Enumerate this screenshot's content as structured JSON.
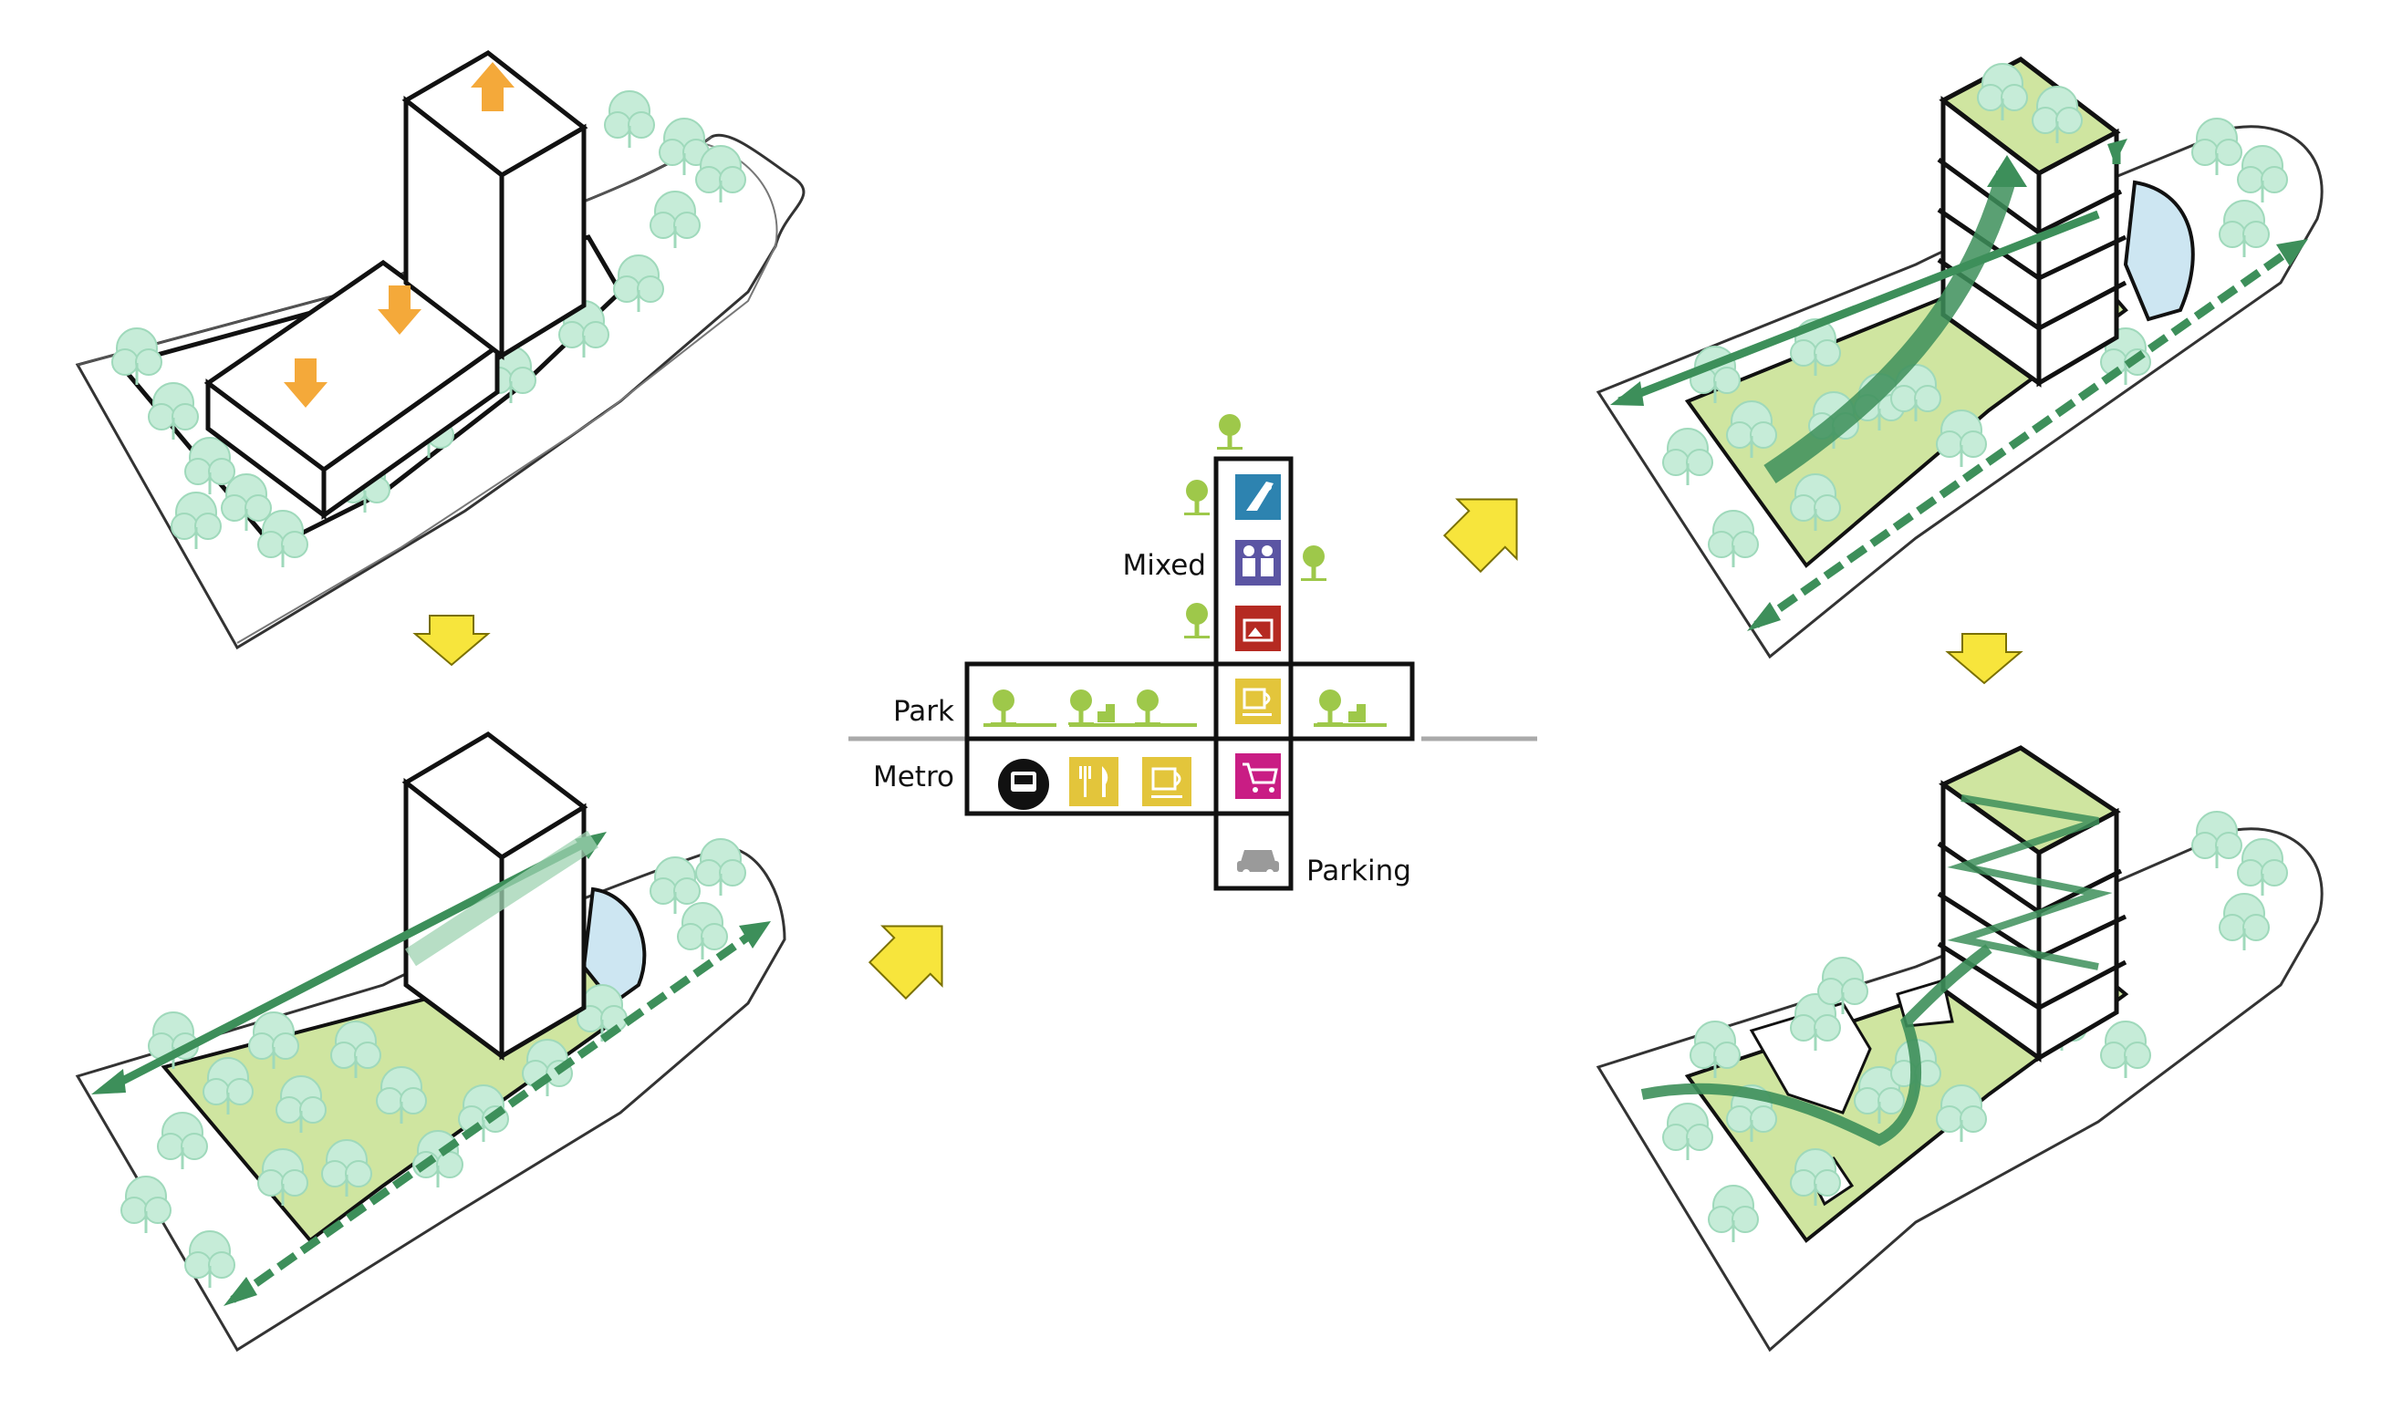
{
  "diagram": {
    "labels": {
      "mixed": "Mixed",
      "park": "Park",
      "metro": "Metro",
      "parking": "Parking"
    },
    "colors": {
      "outline": "#111111",
      "site_fill": "#ffffff",
      "tree": "#c6ecd8",
      "tree_stroke": "#9fd9bb",
      "lawn": "#cfe5a0",
      "green_arrow": "#3d8f5a",
      "water": "#cde6f2",
      "orange_arrow": "#f4a93a",
      "yellow_arrow": "#f7e53c",
      "icon_climb": "#2d83b0",
      "icon_people": "#5b55a3",
      "icon_gallery": "#b52a22",
      "icon_cafe": "#e3c53b",
      "icon_shop": "#c91d84",
      "icon_metro": "#111111",
      "icon_car": "#9a9a9a",
      "park_tree": "#9ec84a",
      "divider": "#aaaaaa"
    },
    "icons": {
      "mixed": [
        "climbing-icon",
        "people-icon",
        "gallery-icon"
      ],
      "park": [
        "cafe-icon"
      ],
      "metro": [
        "metro-icon",
        "restaurant-icon",
        "cafe-icon",
        "shopping-cart-icon"
      ],
      "parking": [
        "car-icon"
      ]
    }
  }
}
